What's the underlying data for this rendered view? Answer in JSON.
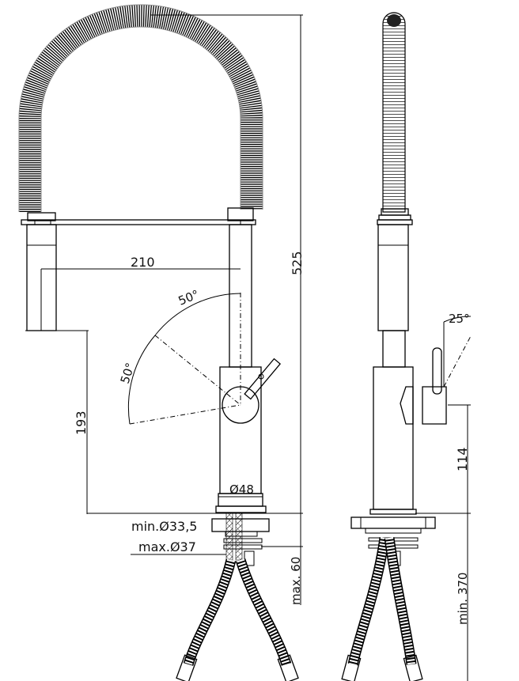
{
  "drawing": {
    "title": "Pull-down kitchen mixer technical drawing",
    "views": [
      "front",
      "side"
    ],
    "line_color": "#000000",
    "background": "#ffffff"
  },
  "dimensions": {
    "spout_reach": "210",
    "total_height": "525",
    "spout_height": "193",
    "lever_angle_top": "50°",
    "lever_angle_side": "50°",
    "body_diameter": "Ø48",
    "hole_min": "min.Ø33,5",
    "hole_max": "max.Ø37",
    "deck_thickness": "max. 60",
    "side_lever_angle": "25°",
    "side_handle_height": "114",
    "hose_length": "min. 370"
  }
}
